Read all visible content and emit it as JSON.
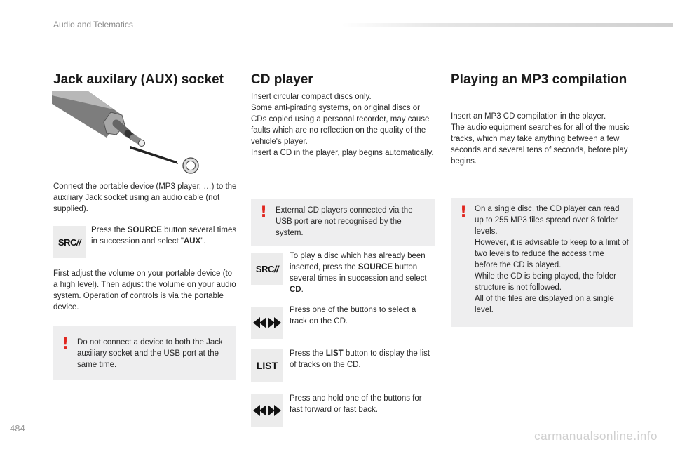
{
  "header": {
    "section": "Audio and Telematics"
  },
  "page_number": "484",
  "watermark": "carmanualsonline.info",
  "aux": {
    "title": "Jack auxilary (AUX) socket",
    "connect_text": "Connect the portable device (MP3 player, …) to the auxiliary Jack socket using an audio cable (not supplied).",
    "press_prefix": "Press the ",
    "press_source": "SOURCE",
    "press_mid": " button several times in succession and select \"",
    "press_aux": "AUX",
    "press_suffix": "\".",
    "adjust_text": "First adjust the volume on your portable device (to a high level). Then adjust the volume on your audio system. Operation of controls is via the portable device.",
    "warning_text": "Do not connect a device to both the Jack auxiliary socket and the USB port at the same time."
  },
  "cd": {
    "title": "CD player",
    "intro_text": "Insert circular compact discs only.\nSome anti-pirating systems, on original discs or CDs copied using a personal recorder, may cause faults which are no reflection on the quality of the vehicle's player.\nInsert a CD in the player, play begins automatically.",
    "warning_text": "External CD players connected via the USB port are not recognised by the system.",
    "play_prefix": "To play a disc which has already been inserted, press the ",
    "play_source": "SOURCE",
    "play_mid": " button several times in succession and select ",
    "play_cd": "CD",
    "play_suffix": ".",
    "select_text": "Press one of the buttons to select a track on the CD.",
    "list_prefix": "Press the ",
    "list_bold": "LIST",
    "list_suffix": " button to display the list of tracks on the CD.",
    "hold_text": "Press and hold one of the buttons for fast forward or fast back."
  },
  "mp3": {
    "title": "Playing an MP3 compilation",
    "intro_text": "Insert an MP3 CD compilation in the player.\nThe audio equipment searches for all of the music tracks, which may take anything between a few seconds and several tens of seconds, before play begins.",
    "warning_text": "On a single disc, the CD player can read up to 255 MP3 files spread over 8 folder levels.\nHowever, it is advisable to keep to a limit of two levels to reduce the access time before the CD is played.\nWhile the CD is being played, the folder structure is not followed.\nAll of the files are displayed on a single level."
  },
  "icons": {
    "src_label": "SRC",
    "list_label": "LIST",
    "warning_glyph": "!"
  }
}
